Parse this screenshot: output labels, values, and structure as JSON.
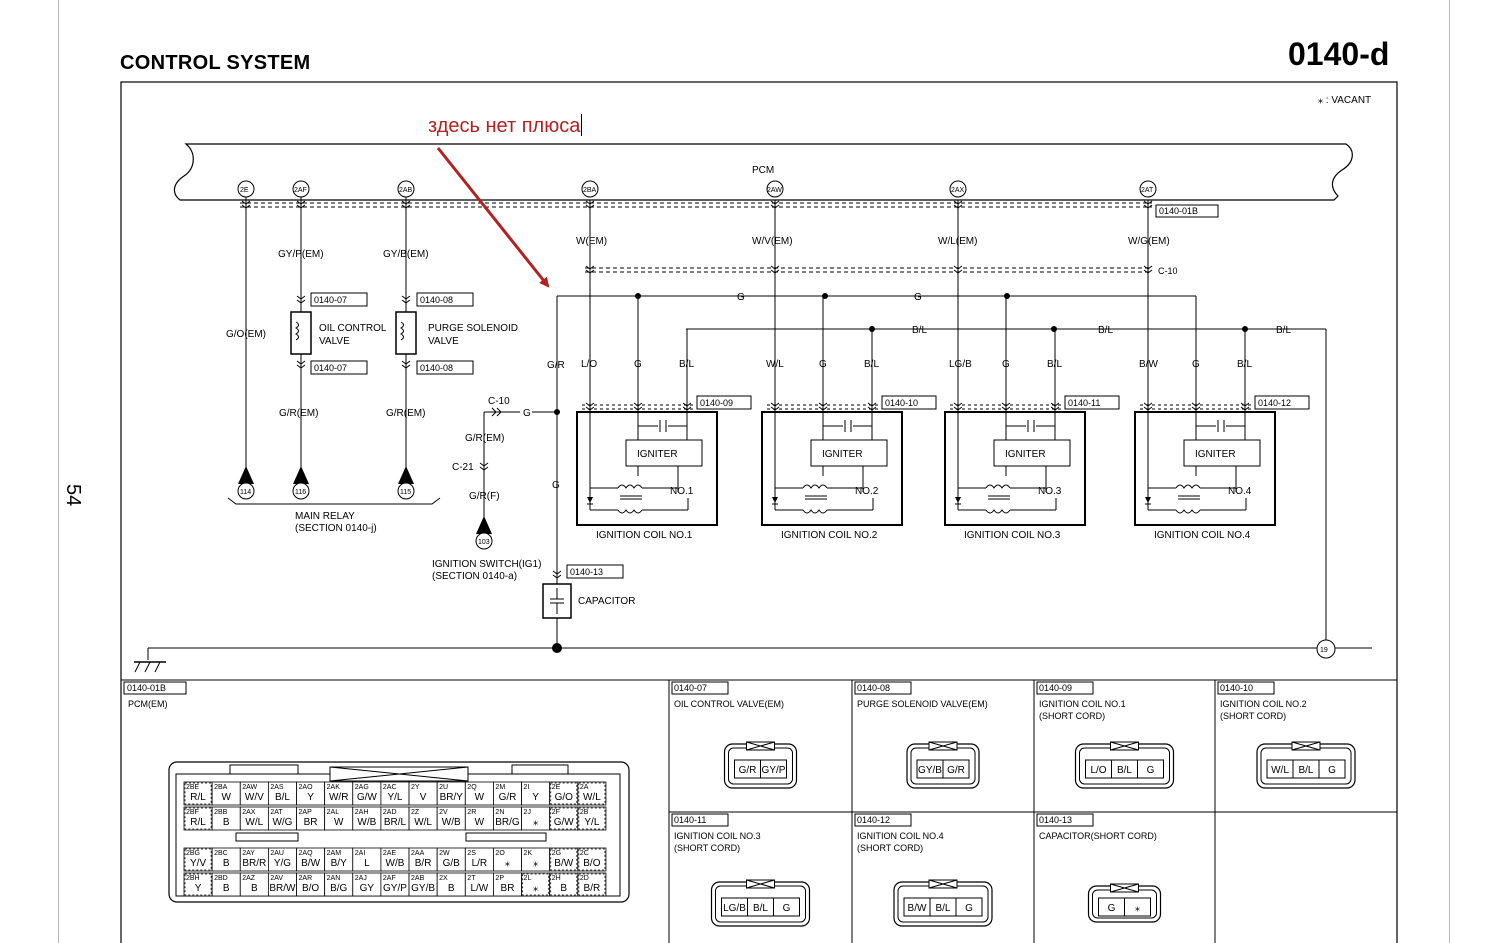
{
  "header": {
    "title": "CONTROL SYSTEM",
    "code": "0140-d"
  },
  "side_page_number": "54",
  "vacant_note": "⁎ : VACANT",
  "annotation": {
    "text": "здесь нет плюса",
    "color": "#b22222"
  },
  "pcm": {
    "label": "PCM",
    "terminals": [
      "2E",
      "2AF",
      "2AB",
      "2BA",
      "2AW",
      "2AX",
      "2AT"
    ],
    "connector_ref": "0140-01B"
  },
  "wires": {
    "2E": "G/O(EM)",
    "2AF": "GY/P(EM)",
    "2AB": "GY/B(EM)",
    "2BA": "W(EM)",
    "2AW": "W/V(EM)",
    "2AX": "W/L(EM)",
    "2AT": "W/G(EM)",
    "oil_low": "G/R(EM)",
    "purge_low": "G/R(EM)",
    "ig_upper": "G/R(EM)",
    "ig_lower": "G/R(F)",
    "cap_wire": "G/R",
    "cap_wire_lower": "G",
    "c10_wire": "G"
  },
  "bus_labels": {
    "g": [
      "G",
      "G"
    ],
    "bl": [
      "B/L",
      "B/L",
      "B/L"
    ]
  },
  "connector_c10": "C-10",
  "connector_c21": "C-21",
  "components": {
    "oil": {
      "name_line1": "OIL CONTROL",
      "name_line2": "VALVE",
      "ref_top": "0140-07",
      "ref_bottom": "0140-07"
    },
    "purge": {
      "name_line1": "PURGE SOLENOID",
      "name_line2": "VALVE",
      "ref_top": "0140-08",
      "ref_bottom": "0140-08"
    },
    "capacitor": {
      "name": "CAPACITOR",
      "ref": "0140-13"
    }
  },
  "coils": [
    {
      "title": "IGNITION COIL NO.1",
      "ref": "0140-09",
      "no": "NO.1",
      "igniter": "IGNITER",
      "pins": [
        "L/O",
        "G",
        "B/L"
      ]
    },
    {
      "title": "IGNITION COIL NO.2",
      "ref": "0140-10",
      "no": "NO.2",
      "igniter": "IGNITER",
      "pins": [
        "W/L",
        "G",
        "B/L"
      ]
    },
    {
      "title": "IGNITION COIL NO.3",
      "ref": "0140-11",
      "no": "NO.3",
      "igniter": "IGNITER",
      "pins": [
        "LG/B",
        "G",
        "B/L"
      ]
    },
    {
      "title": "IGNITION COIL NO.4",
      "ref": "0140-12",
      "no": "NO.4",
      "igniter": "IGNITER",
      "pins": [
        "B/W",
        "G",
        "B/L"
      ]
    }
  ],
  "grounds": {
    "labels": [
      "114",
      "116",
      "115"
    ],
    "ig_switch": "103",
    "main_ground": "19"
  },
  "main_relay": {
    "line1": "MAIN RELAY",
    "line2": "(SECTION 0140-j)"
  },
  "ig_switch": {
    "line1": "IGNITION SWITCH(IG1)",
    "line2": "(SECTION 0140-a)"
  },
  "legend": {
    "pcm": {
      "ref": "0140-01B",
      "title": "PCM(EM)",
      "rows": [
        [
          [
            "2BE",
            "R/L"
          ],
          [
            "2BA",
            "W"
          ],
          [
            "2AW",
            "W/V"
          ],
          [
            "2AS",
            "B/L"
          ],
          [
            "2AO",
            "Y"
          ],
          [
            "2AK",
            "W/R"
          ],
          [
            "2AG",
            "G/W"
          ],
          [
            "2AC",
            "Y/L"
          ],
          [
            "2Y",
            "V"
          ],
          [
            "2U",
            "BR/Y"
          ],
          [
            "2Q",
            "W"
          ],
          [
            "2M",
            "G/R"
          ],
          [
            "2I",
            "Y"
          ],
          [
            "2E",
            "G/O"
          ],
          [
            "2A",
            "W/L"
          ]
        ],
        [
          [
            "2BF",
            "R/L"
          ],
          [
            "2BB",
            "B"
          ],
          [
            "2AX",
            "W/L"
          ],
          [
            "2AT",
            "W/G"
          ],
          [
            "2AP",
            "BR"
          ],
          [
            "2AL",
            "W"
          ],
          [
            "2AH",
            "W/B"
          ],
          [
            "2AD",
            "BR/L"
          ],
          [
            "2Z",
            "W/L"
          ],
          [
            "2V",
            "W/B"
          ],
          [
            "2R",
            "W"
          ],
          [
            "2N",
            "BR/G"
          ],
          [
            "2J",
            "⁎"
          ],
          [
            "2F",
            "G/W"
          ],
          [
            "2B",
            "Y/L"
          ]
        ],
        [
          [
            "2BG",
            "Y/V"
          ],
          [
            "2BC",
            "B"
          ],
          [
            "2AY",
            "BR/R"
          ],
          [
            "2AU",
            "Y/G"
          ],
          [
            "2AQ",
            "B/W"
          ],
          [
            "2AM",
            "B/Y"
          ],
          [
            "2AI",
            "L"
          ],
          [
            "2AE",
            "W/B"
          ],
          [
            "2AA",
            "B/R"
          ],
          [
            "2W",
            "G/B"
          ],
          [
            "2S",
            "L/R"
          ],
          [
            "2O",
            "⁎"
          ],
          [
            "2K",
            "⁎"
          ],
          [
            "2G",
            "B/W"
          ],
          [
            "2C",
            "B/O"
          ]
        ],
        [
          [
            "2BH",
            "Y"
          ],
          [
            "2BD",
            "B"
          ],
          [
            "2AZ",
            "B"
          ],
          [
            "2AV",
            "BR/W"
          ],
          [
            "2AR",
            "B/O"
          ],
          [
            "2AN",
            "B/G"
          ],
          [
            "2AJ",
            "GY"
          ],
          [
            "2AF",
            "GY/P"
          ],
          [
            "2AB",
            "GY/B"
          ],
          [
            "2X",
            "B"
          ],
          [
            "2T",
            "L/W"
          ],
          [
            "2P",
            "BR"
          ],
          [
            "2L",
            "⁎"
          ],
          [
            "2H",
            "B"
          ],
          [
            "2D",
            "B/R"
          ]
        ]
      ]
    },
    "cells": [
      {
        "ref": "0140-07",
        "title1": "OIL CONTROL VALVE(EM)",
        "title2": "",
        "pins": [
          "G/R",
          "GY/P"
        ]
      },
      {
        "ref": "0140-08",
        "title1": "PURGE SOLENOID VALVE(EM)",
        "title2": "",
        "pins": [
          "GY/B",
          "G/R"
        ]
      },
      {
        "ref": "0140-09",
        "title1": "IGNITION COIL NO.1",
        "title2": "(SHORT CORD)",
        "pins": [
          "L/O",
          "B/L",
          "G"
        ]
      },
      {
        "ref": "0140-10",
        "title1": "IGNITION COIL NO.2",
        "title2": "(SHORT CORD)",
        "pins": [
          "W/L",
          "B/L",
          "G"
        ]
      },
      {
        "ref": "0140-11",
        "title1": "IGNITION COIL NO.3",
        "title2": "(SHORT CORD)",
        "pins": [
          "LG/B",
          "B/L",
          "G"
        ]
      },
      {
        "ref": "0140-12",
        "title1": "IGNITION COIL NO.4",
        "title2": "(SHORT CORD)",
        "pins": [
          "B/W",
          "B/L",
          "G"
        ]
      },
      {
        "ref": "0140-13",
        "title1": "CAPACITOR(SHORT CORD)",
        "title2": "",
        "pins": [
          "G",
          "⁎"
        ]
      }
    ]
  }
}
